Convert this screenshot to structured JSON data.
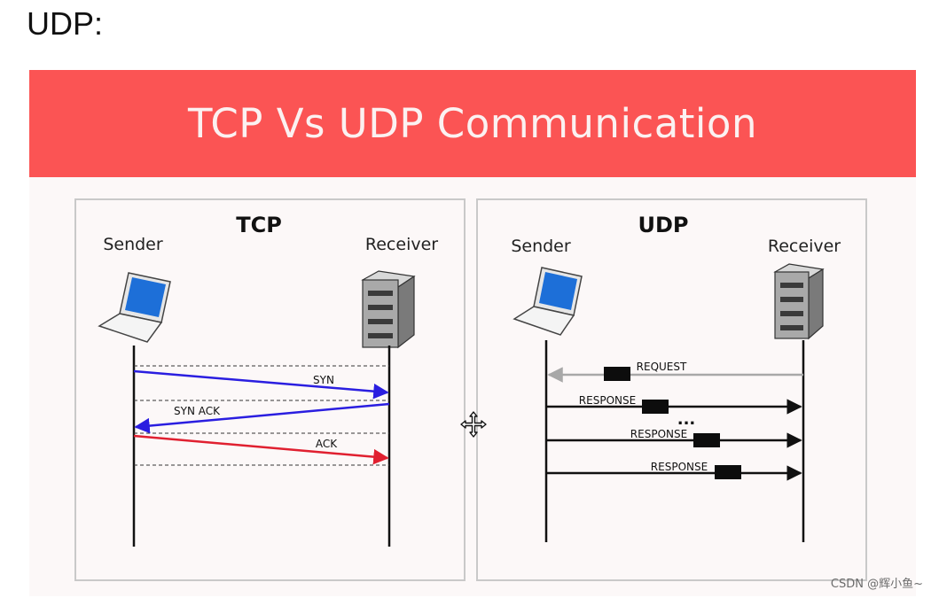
{
  "page": {
    "title": "UDP:"
  },
  "slide": {
    "banner_title": "TCP Vs UDP Communication"
  },
  "tcp": {
    "heading": "TCP",
    "sender_label": "Sender",
    "receiver_label": "Receiver",
    "messages": [
      "SYN",
      "SYN ACK",
      "ACK"
    ]
  },
  "udp": {
    "heading": "UDP",
    "sender_label": "Sender",
    "receiver_label": "Receiver",
    "request_label": "REQUEST",
    "responses": [
      "RESPONSE",
      "RESPONSE",
      "RESPONSE"
    ],
    "ellipsis": "..."
  },
  "watermark": "CSDN @辉小鱼~",
  "colors": {
    "banner": "#fb5454",
    "syn": "#2a1ee0",
    "syn_ack": "#2a1ee0",
    "ack": "#e02030",
    "request": "#a8a8a8"
  },
  "icons": [
    "laptop-icon",
    "server-icon",
    "move-cursor-icon"
  ]
}
